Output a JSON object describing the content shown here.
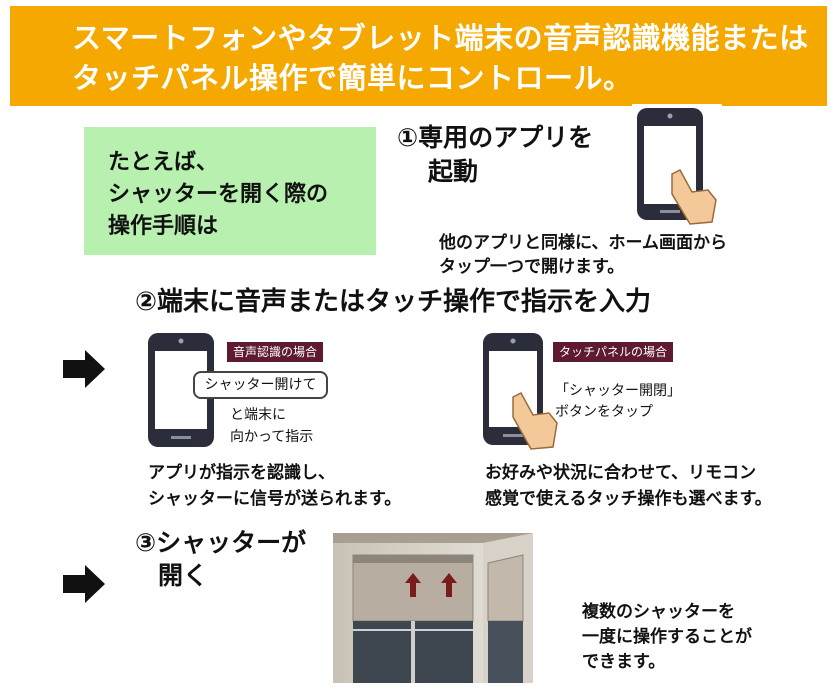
{
  "header": {
    "line1": "スマートフォンやタブレット端末の音声認識機能または",
    "line2": "タッチパネル操作で簡単にコントロール。",
    "bg_color": "#f5a800"
  },
  "intro": {
    "line1": "たとえば、",
    "line2": "シャッターを開く際の",
    "line3": "操作手順は"
  },
  "step1": {
    "title_line1": "①専用のアプリを",
    "title_line2": "起動",
    "desc_line1": "他のアプリと同様に、ホーム画面から",
    "desc_line2": "タップ一つで開けます。"
  },
  "step2": {
    "title": "②端末に音声またはタッチ操作で指示を入力",
    "voice": {
      "tag": "音声認識の場合",
      "bubble": "シャッター開けて",
      "note_line1": "と端末に",
      "note_line2": "向かって指示",
      "desc_line1": "アプリが指示を認識し、",
      "desc_line2": "シャッターに信号が送られます。"
    },
    "touch": {
      "tag": "タッチパネルの場合",
      "note_line1": "「シャッター開閉」",
      "note_line2": "ボタンをタップ",
      "desc_line1": "お好みや状況に合わせて、リモコン",
      "desc_line2": "感覚で使えるタッチ操作も選べます。"
    }
  },
  "step3": {
    "title_line1": "③シャッターが",
    "title_line2": "開く",
    "desc_line1": "複数のシャッターを",
    "desc_line2": "一度に操作することが",
    "desc_line3": "できます。"
  },
  "colors": {
    "tag_bg": "#5e1a2e",
    "phone_body": "#2b2d3a",
    "skin": "#f4c99a",
    "green": "#b8f0b0"
  }
}
